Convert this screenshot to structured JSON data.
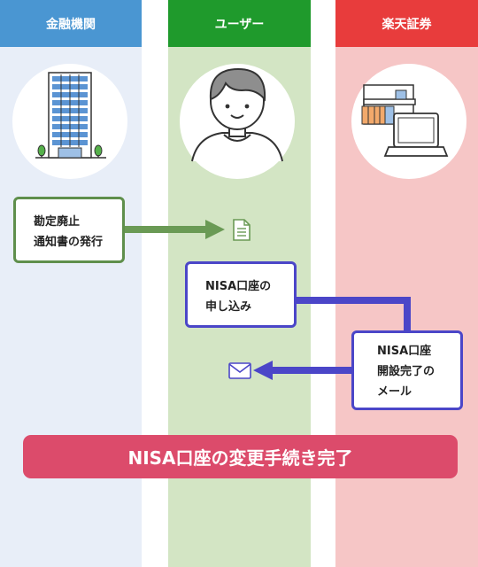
{
  "columns": {
    "bank": "金融機関",
    "user": "ユーザー",
    "securities": "楽天証券"
  },
  "steps": {
    "abolition_notice": [
      "勘定廃止",
      "通知書の発行"
    ],
    "nisa_apply": [
      "NISA口座の",
      "申し込み"
    ],
    "completion_mail": [
      "NISA口座",
      "開設完了の",
      "メール"
    ]
  },
  "banner": "NISA口座の変更手続き完了",
  "icons": {
    "bank": "office-building-icon",
    "user": "person-icon",
    "securities": "store-and-laptop-icon",
    "document": "document-icon",
    "mail": "envelope-icon"
  },
  "colors": {
    "bank_header": "#4a96d2",
    "user_header": "#1f9a2c",
    "securities_header": "#e83c3c",
    "green_arrow": "#6a9a55",
    "blue_arrow": "#4b46c8",
    "banner": "#dc4b6b"
  }
}
